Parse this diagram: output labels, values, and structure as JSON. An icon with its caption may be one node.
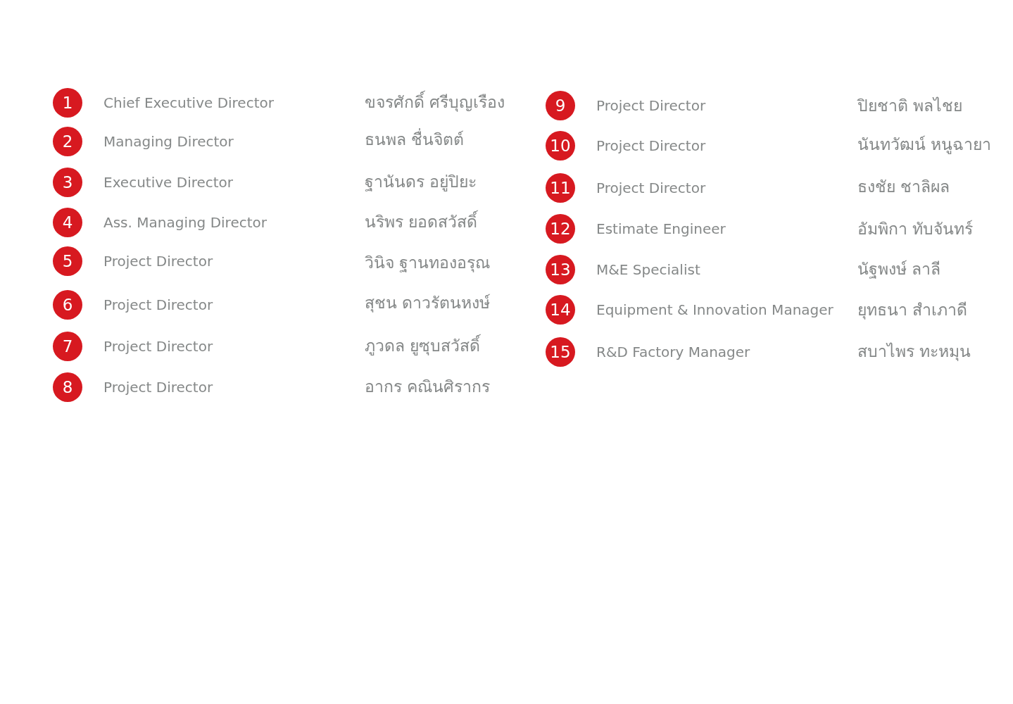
{
  "diagram": {
    "nodes": [
      {
        "text": [
          "1"
        ],
        "beside": [
          "Chief Executive Director"
        ]
      },
      {
        "text": [
          "2"
        ],
        "beside": [
          "Managing Director"
        ]
      },
      {
        "text": [
          "3"
        ],
        "beside": [
          "Executive Director"
        ]
      },
      {
        "text": [
          "4"
        ],
        "beside": [
          "Ass. Managing Director"
        ]
      },
      {
        "text": [
          "5"
        ],
        "beside": [
          "Project Director"
        ]
      },
      {
        "text": [
          "6"
        ],
        "beside": [
          "Project Director"
        ]
      },
      {
        "text": [
          "7"
        ],
        "beside": [
          "Project Director"
        ]
      },
      {
        "text": [
          "8"
        ],
        "beside": [
          "Project Director"
        ]
      },
      {
        "text": [
          "9"
        ],
        "beside": [
          "Project Director"
        ]
      },
      {
        "text": [
          "10"
        ],
        "beside": [
          "Project Director"
        ]
      },
      {
        "text": [
          "11"
        ],
        "beside": [
          "Project Director"
        ]
      },
      {
        "text": [
          "12"
        ],
        "beside": [
          "Estimate Engineer"
        ]
      },
      {
        "text": [
          "13"
        ],
        "beside": [
          "M&E Specialist"
        ]
      },
      {
        "text": [
          "14"
        ],
        "beside": [
          "Equipment & Innovation Manager"
        ]
      },
      {
        "text": [
          "15"
        ],
        "beside": [
          "R&D Factory Manager"
        ]
      }
    ],
    "labels": [
      "ขจรศักดิ์ ศรีบุญเรือง",
      "ธนพล ชื่นจิตต์",
      "ฐานันดร อยู่ปิยะ",
      "นริพร ยอดสวัสดิ์",
      "วินิจ ฐานทองอรุณ",
      "สุชน ดาวรัตนหงษ์",
      "ภูวดล ยูซุบสวัสดิ์",
      "อากร คณินศิรากร",
      "ปิยชาติ พลไชย",
      "นันทวัฒน์ หนูฉายา",
      "ธงชัย ชาลิผล",
      "อัมพิกา ทับจันทร์",
      "นัฐพงษ์ ลาลี",
      "ยุทธนา สำเภาดี",
      "สบาไพร ทะหมุน"
    ]
  }
}
